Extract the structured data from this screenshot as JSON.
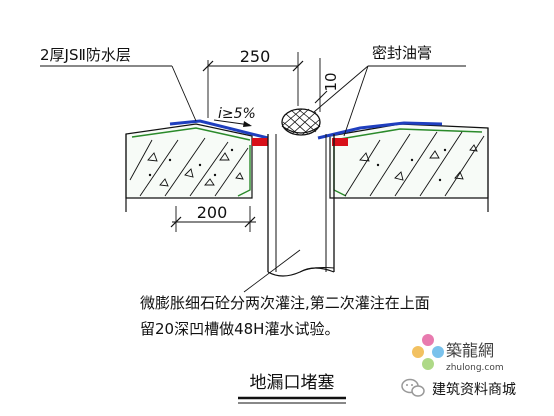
{
  "labels": {
    "waterproof_layer": "2厚JSⅡ防水层",
    "sealant": "密封油膏",
    "dim_top": "250",
    "dim_gap": "10",
    "slope": "i≥5%",
    "dim_bottom": "200",
    "note_line1": "微膨胀细石砼分两次灌注,第二次灌注在上面",
    "note_line2": "留20深凹槽做48H灌水试验。",
    "caption": "地漏口堵塞"
  },
  "watermark": {
    "site_cn": "築龍網",
    "site_url": "zhulong.com",
    "account": "建筑资料商城"
  },
  "colors": {
    "concrete_edge": "#2a8a2a",
    "membrane": "#1f3fbf",
    "sealant": "#d8101a",
    "line": "#111111"
  }
}
